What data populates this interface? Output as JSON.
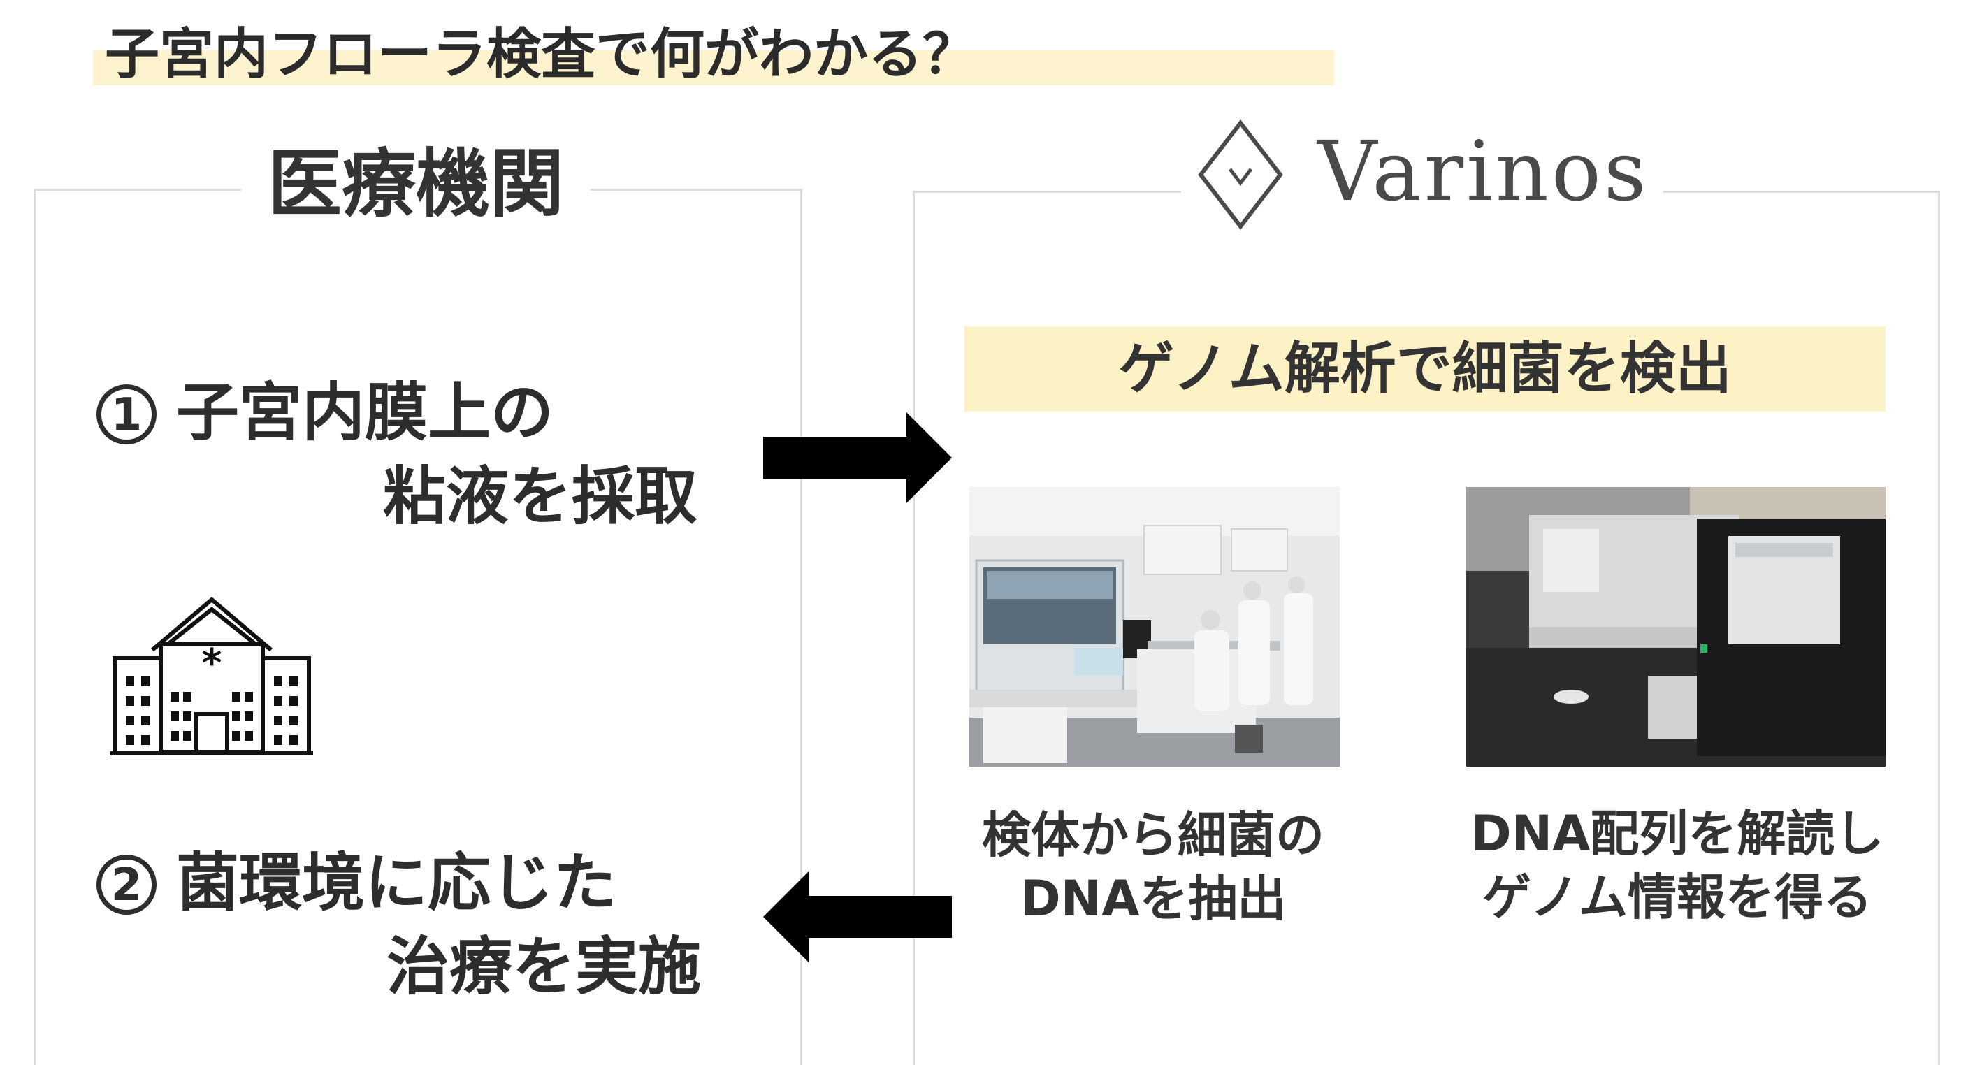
{
  "slide": {
    "title": "子宮内フローラ検査で何がわかる？",
    "left_heading": "医療機関",
    "brand_name": "Varinos",
    "steps": [
      {
        "number": "1",
        "line1": "子宮内膜上の",
        "line2": "粘液を採取"
      },
      {
        "number": "2",
        "line1": "菌環境に応じた",
        "line2": "治療を実施"
      }
    ],
    "genome_heading": "ゲノム解析で細菌を検出",
    "captions": [
      {
        "line1": "検体から細菌の",
        "line2": "DNAを抽出"
      },
      {
        "line1": "DNA配列を解読し",
        "line2": "ゲノム情報を得る"
      }
    ]
  },
  "colors": {
    "highlight": "#fdf1c6",
    "text": "#2d2d2d",
    "panel_border": "#dcdcdc",
    "arrow": "#000000"
  },
  "icons": {
    "hospital": "hospital-icon",
    "brand": "varinos-logo-icon",
    "arrow_right": "arrow-right-icon",
    "arrow_left": "arrow-left-icon"
  }
}
